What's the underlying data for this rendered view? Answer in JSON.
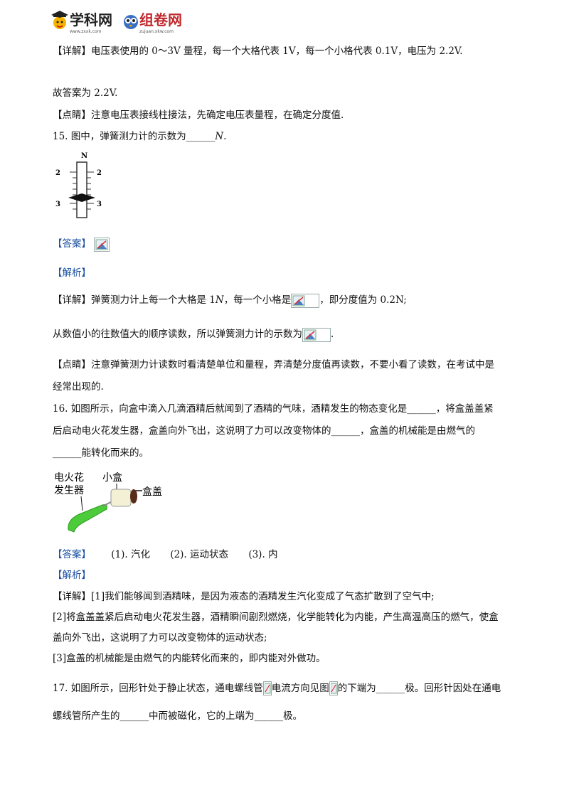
{
  "header": {
    "logo1_text": "学科网",
    "logo1_url": "www.zxxk.com",
    "logo2_text": "组卷网",
    "logo2_url": "zujuan.xkw.com"
  },
  "q14": {
    "detail_tag": "【详解】",
    "detail_text": "电压表使用的 0～3V 量程，每一个大格代表 1V，每一个小格代表 0.1V，电压为 2.2V.",
    "answer_text": "故答案为 2.2V.",
    "tip_tag": "【点睛】",
    "tip_text": "注意电压表接线柱接法，先确定电压表量程，在确定分度值."
  },
  "q15": {
    "question_pre": "15. 图中，弹簧测力计的示数为",
    "blank": "______",
    "question_unit": "N",
    "question_end": ".",
    "fig_labels": {
      "n": "N",
      "left2": "2",
      "right2": "2",
      "left3": "3",
      "right3": "3"
    },
    "answer_tag": "【答案】",
    "analysis_tag": "【解析】",
    "detail_tag": "【详解】",
    "detail_pre": "弹簧测力计上每一个大格是 1",
    "detail_unit": "N",
    "detail_mid": "，每一个小格是",
    "detail_post": "，即分度值为 0.2N;",
    "line2_pre": "从数值小的往数值大的顺序读数，所以弹簧测力计的示数为",
    "line2_end": ".",
    "tip_tag": "【点睛】",
    "tip_text1": "注意弹簧测力计读数时看清楚单位和量程，弄清楚分度值再读数，不要小看了读数，在考试中是",
    "tip_text2": "经常出现的."
  },
  "q16": {
    "line1": "16. 如图所示，向盒中滴入几滴酒精后就闻到了酒精的气味，酒精发生的物态变化是______，将盒盖盖紧",
    "line2": "后启动电火花发生器，盒盖向外飞出，这说明了力可以改变物体的______，盒盖的机械能是由燃气的",
    "line3": "______能转化而来的。",
    "fig_labels": {
      "generator1": "电火花",
      "generator2": "发生器",
      "box": "小盒",
      "lid": "盒盖"
    },
    "answer_tag": "【答案】",
    "answers": [
      "(1). 汽化",
      "(2). 运动状态",
      "(3). 内"
    ],
    "analysis_tag": "【解析】",
    "detail_tag": "【详解】",
    "detail1": "[1]我们能够闻到酒精味，是因为液态的酒精发生汽化变成了气态扩散到了空气中;",
    "detail2a": "[2]将盒盖盖紧后启动电火花发生器，酒精瞬间剧烈燃烧，化学能转化为内能，产生高温高压的燃气，使盒",
    "detail2b": "盖向外飞出，这说明了力可以改变物体的运动状态;",
    "detail3": "[3]盒盖的机械能是由燃气的内能转化而来的，即内能对外做功。"
  },
  "q17": {
    "line1a": "17. 如图所示，回形针处于静止状态，通电螺线管",
    "line1b": "电流方向见图",
    "line1c": "的下端为______极。回形针因处在通电",
    "line2": "螺线管所产生的______中而被磁化，它的上端为______极。"
  }
}
